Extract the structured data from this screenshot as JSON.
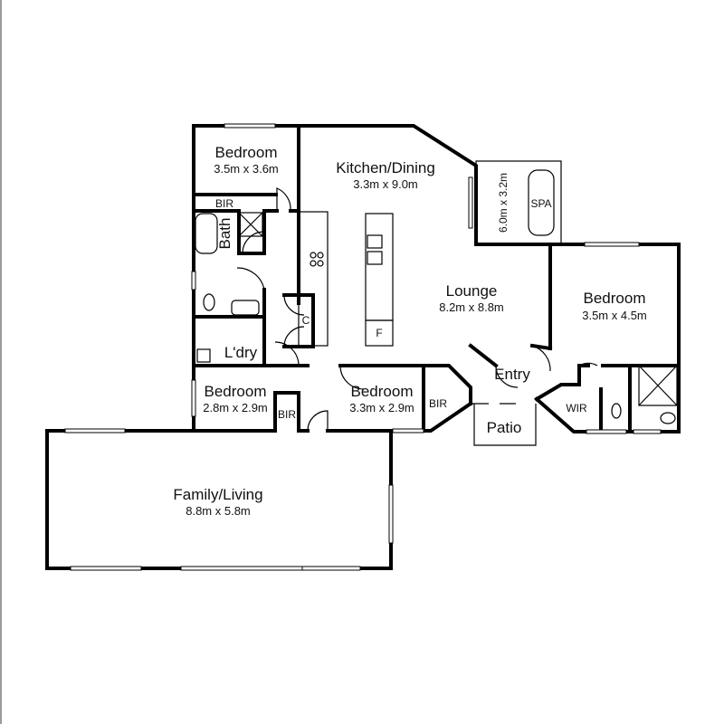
{
  "rooms": {
    "bedroom_nw": {
      "name": "Bedroom",
      "size": "3.5m x 3.6m"
    },
    "kitchen": {
      "name": "Kitchen/Dining",
      "size": "3.3m x 9.0m"
    },
    "spa": {
      "name": "SPA",
      "size": "6.0m x 3.2m"
    },
    "lounge": {
      "name": "Lounge",
      "size": "8.2m x 8.8m"
    },
    "bedroom_e": {
      "name": "Bedroom",
      "size": "3.5m x 4.5m"
    },
    "bir_top": {
      "name": "BIR"
    },
    "bath": {
      "name": "Bath"
    },
    "cupboard": {
      "name": "C"
    },
    "fridge": {
      "name": "F"
    },
    "laundry": {
      "name": "L'dry"
    },
    "entry": {
      "name": "Entry"
    },
    "bedroom_w": {
      "name": "Bedroom",
      "size": "2.8m x 2.9m"
    },
    "bir_w": {
      "name": "BIR"
    },
    "bedroom_c": {
      "name": "Bedroom",
      "size": "3.3m x 2.9m"
    },
    "bir_c": {
      "name": "BIR"
    },
    "wir": {
      "name": "WIR"
    },
    "patio": {
      "name": "Patio"
    },
    "family": {
      "name": "Family/Living",
      "size": "8.8m x 5.8m"
    }
  }
}
